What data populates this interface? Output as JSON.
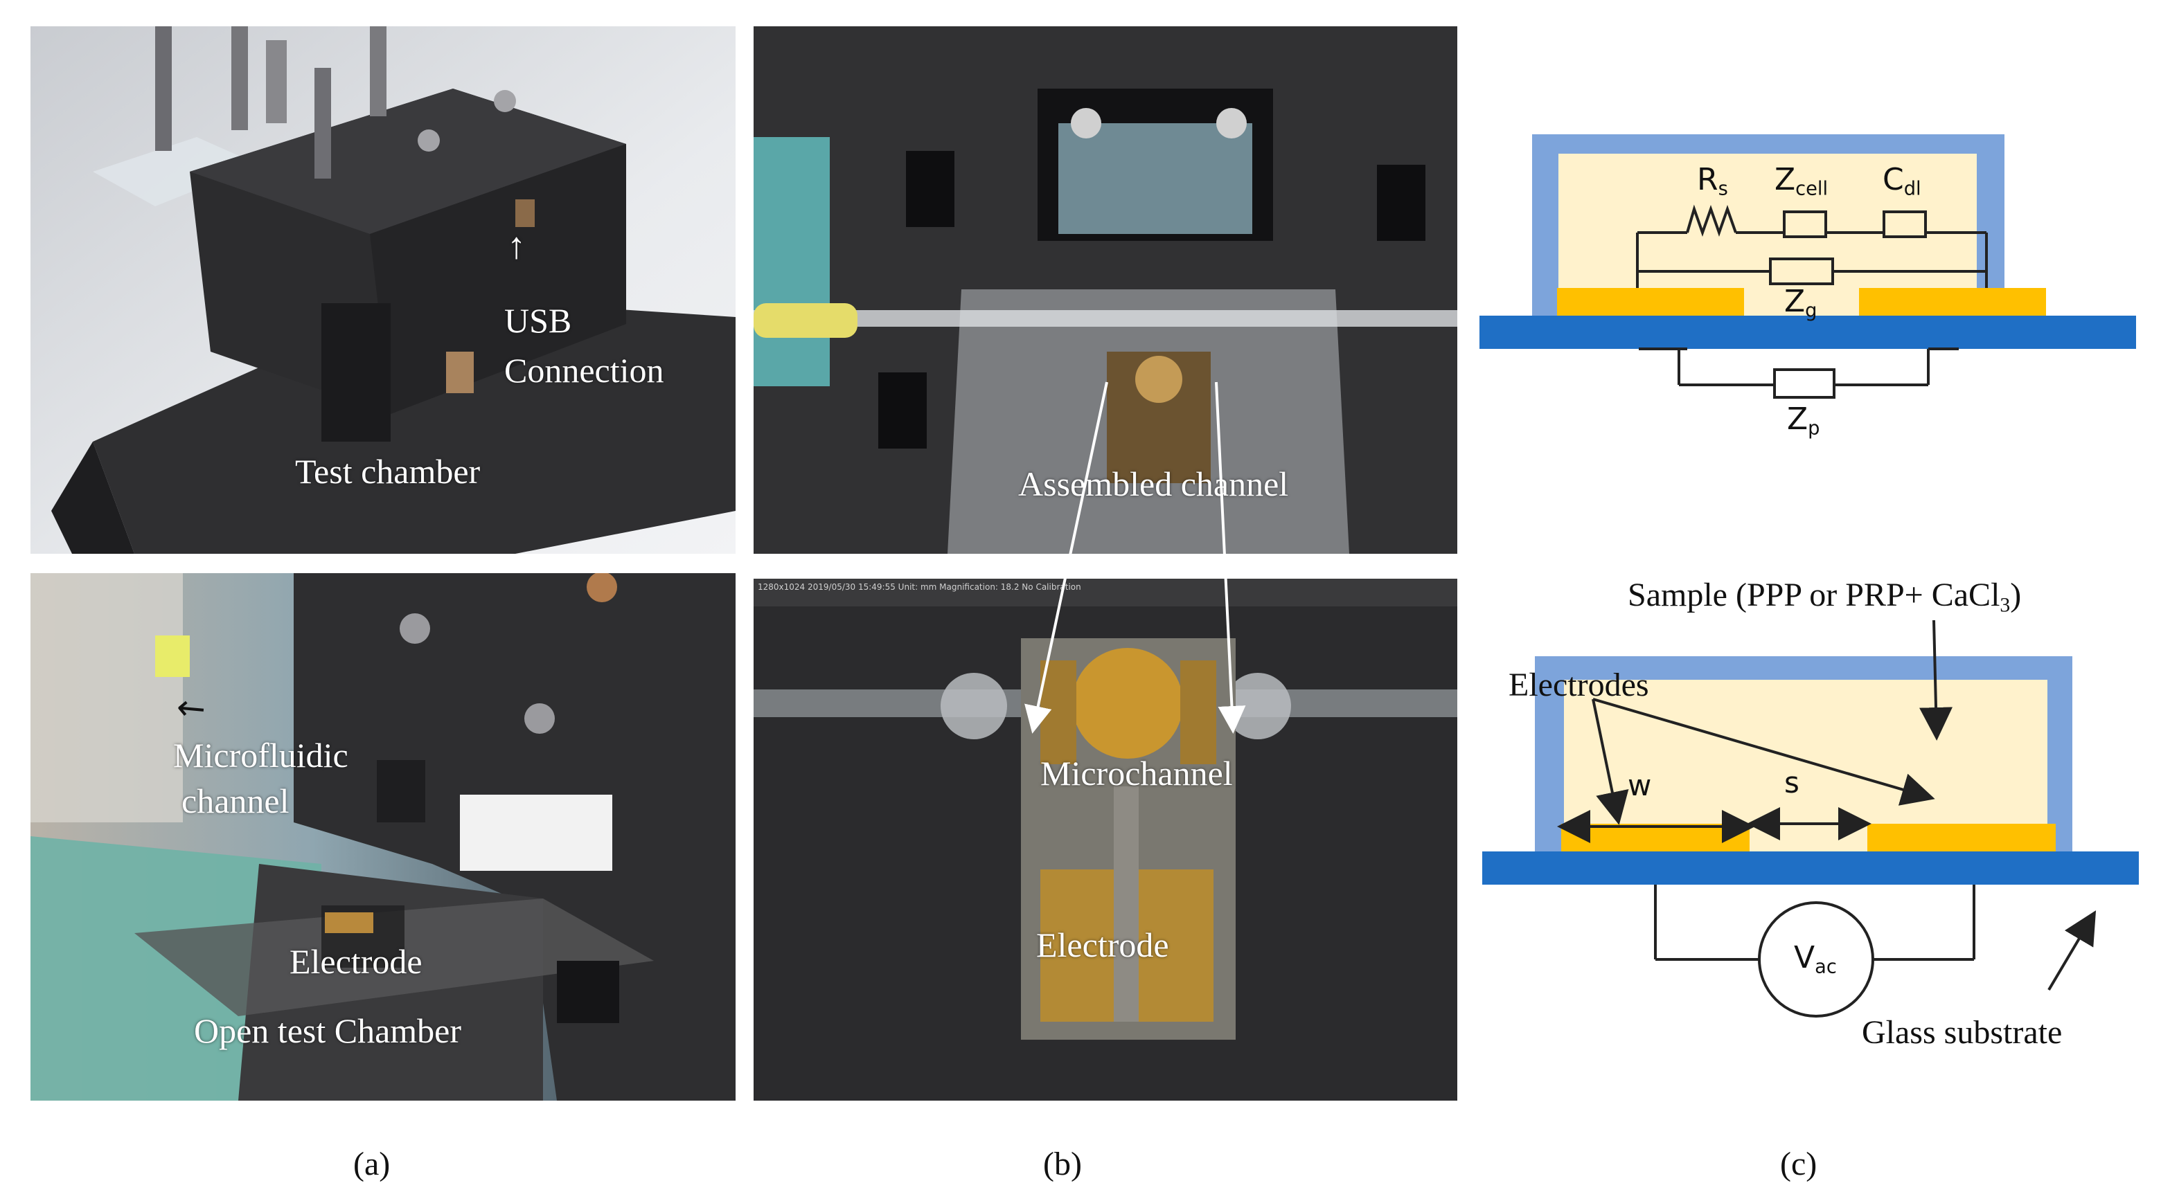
{
  "panel_a": {
    "caption": "(a)",
    "top": {
      "usb_label_line1": "USB",
      "usb_label_line2": "Connection",
      "test_chamber_label": "Test chamber"
    },
    "bottom": {
      "microfluidic_line1": "Microfluidic",
      "microfluidic_line2": "channel",
      "electrode_label": "Electrode",
      "open_chamber_label": "Open test Chamber"
    }
  },
  "panel_b": {
    "caption": "(b)",
    "top": {
      "assembled_label": "Assembled channel"
    },
    "bottom": {
      "microchannel_label": "Microchannel",
      "electrode_label": "Electrode",
      "status_bar_text": "1280x1024   2019/05/30 15:49:55   Unit: mm   Magnification: 18.2   No Calibration"
    }
  },
  "panel_c": {
    "caption": "(c)",
    "top": {
      "rs": {
        "main": "R",
        "sub": "s"
      },
      "zcell": {
        "main": "Z",
        "sub": "cell"
      },
      "cdl": {
        "main": "C",
        "sub": "dl"
      },
      "zg": {
        "main": "Z",
        "sub": "g"
      },
      "zp": {
        "main": "Z",
        "sub": "p"
      }
    },
    "bottom": {
      "sample_text": "Sample (PPP or PRP+ CaCl",
      "sample_sub": "3",
      "sample_close": ")",
      "electrodes_label": "Electrodes",
      "w_label": "w",
      "s_label": "s",
      "vac": {
        "main": "V",
        "sub": "ac"
      },
      "glass_label": "Glass substrate"
    },
    "colors": {
      "chamber_wall": "#7DA4DB",
      "sample": "#FFF2CC",
      "electrode": "#FFC000",
      "substrate": "#1F6FC5",
      "line": "#222222"
    }
  }
}
